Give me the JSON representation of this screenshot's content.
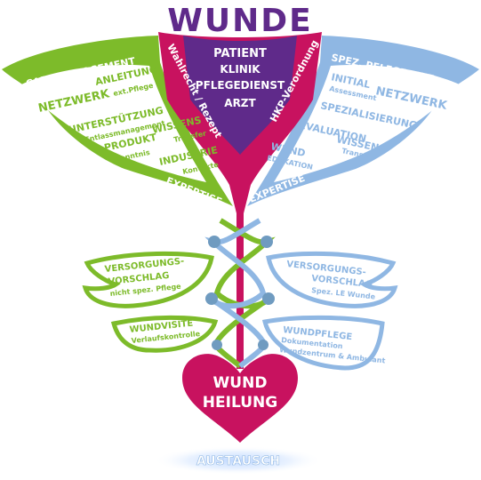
{
  "title": "WUNDE",
  "center_stakeholders": [
    "PATIENT",
    "KLINIK",
    "PFLEGEDIENST",
    "ARZT"
  ],
  "left_banner": "Wahlrecht / Rezept",
  "right_banner": "HKP-Verordnung",
  "left_wing": {
    "header": "CARE MANAGEMENT",
    "items": [
      {
        "label": "ANLEITUNG",
        "sub": "ext.Pflege"
      },
      {
        "label": "NETZWERK",
        "sub": ""
      },
      {
        "label": "UNTERSTÜTZUNG",
        "sub": "Entlassmanagement"
      },
      {
        "label": "WISSENS",
        "sub": "Transfer"
      },
      {
        "label": "PRODUKT",
        "sub": "Kenntnis"
      },
      {
        "label": "INDUSTRIE",
        "sub": "Kontakte"
      }
    ],
    "expertise": "EXPERTISE"
  },
  "right_wing": {
    "header": "SPEZ. PFLEGE / WZ",
    "items": [
      {
        "label": "INITIAL",
        "sub": "Assessment"
      },
      {
        "label": "NETZWERK",
        "sub": ""
      },
      {
        "label": "SPEZIALISIERUNG",
        "sub": ""
      },
      {
        "label": "EVALUATION",
        "sub": ""
      },
      {
        "label": "WUND",
        "sub": "EDUKATION"
      },
      {
        "label": "WISSENS",
        "sub": "Transfer"
      }
    ],
    "expertise": "EXPERTISE"
  },
  "left_leaves": [
    {
      "line1": "VERSORGUNGS-",
      "line2": "VORSCHLAG",
      "sub": "nicht spez. Pflege"
    },
    {
      "line1": "WUNDVISITE",
      "line2": "",
      "sub": "Verlaufskontrolle"
    }
  ],
  "right_leaves": [
    {
      "line1": "VERSORGUNGS-",
      "line2": "VORSCHLAG",
      "sub": "Spez. LE Wunde"
    },
    {
      "line1": "WUNDPFLEGE",
      "line2": "",
      "sub": "Dokumentation",
      "sub2": "Wundzentrum & Ambulant"
    }
  ],
  "heart": {
    "line1": "WUND",
    "line2": "HEILUNG"
  },
  "footer": "AUSTAUSCH",
  "colors": {
    "green": "#7dbb2a",
    "blue": "#8fb7e3",
    "magenta": "#c8125f",
    "purple": "#5f2a8a",
    "node": "#6f9bc0"
  }
}
